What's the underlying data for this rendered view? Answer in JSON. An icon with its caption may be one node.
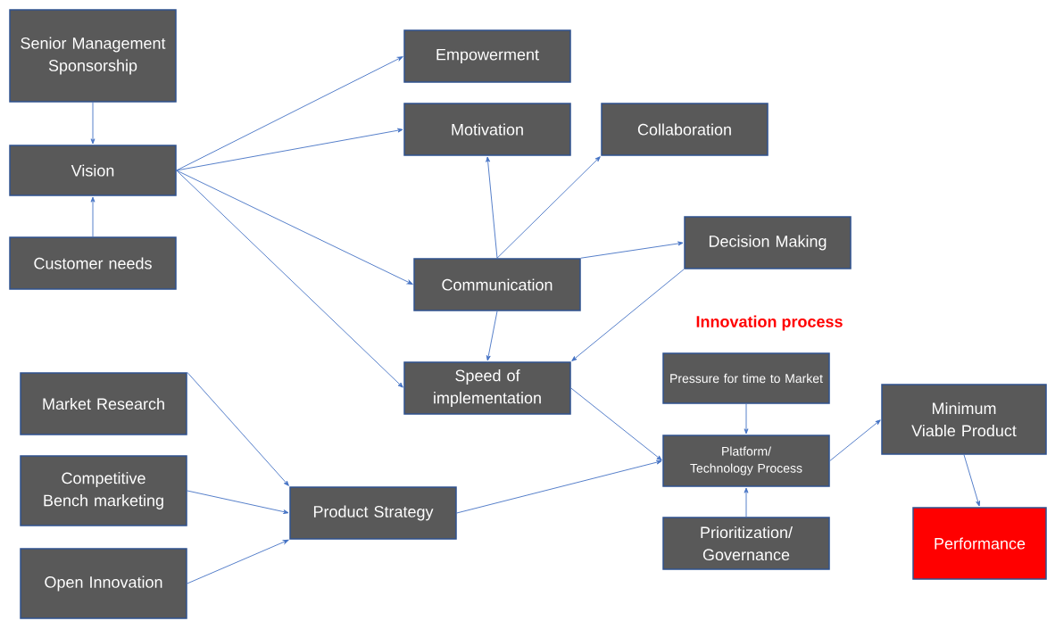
{
  "diagram": {
    "nodes": [
      {
        "text": [
          "Senior Management Sponsorship"
        ]
      },
      {
        "text": [
          "Vision"
        ]
      },
      {
        "text": [
          "Customer needs"
        ]
      },
      {
        "text": [
          "Empowerment"
        ]
      },
      {
        "text": [
          "Motivation"
        ]
      },
      {
        "text": [
          "Collaboration"
        ]
      },
      {
        "text": [
          "Decision Making"
        ]
      },
      {
        "text": [
          "Communication"
        ]
      },
      {
        "text": [
          "Speed of implementation"
        ]
      },
      {
        "text": [
          "Pressure for time to Market"
        ]
      },
      {
        "text": [
          "Platform/ Technology Process"
        ]
      },
      {
        "text": [
          "Minimum Viable Product"
        ]
      },
      {
        "text": [
          "Market Research"
        ]
      },
      {
        "text": [
          "Competitive Bench marketing"
        ]
      },
      {
        "text": [
          "Product Strategy"
        ]
      },
      {
        "text": [
          "Open Innovation"
        ]
      },
      {
        "text": [
          "Prioritization/ Governance"
        ]
      },
      {
        "text": [
          "Performance"
        ]
      }
    ],
    "edges": [
      {
        "from": 0,
        "to": 1,
        "arrow": "to"
      },
      {
        "from": 2,
        "to": 1,
        "arrow": "to"
      },
      {
        "from": 1,
        "to": 3,
        "arrow": "to"
      },
      {
        "from": 1,
        "to": 4,
        "arrow": "to"
      },
      {
        "from": 1,
        "to": 7,
        "arrow": "to"
      },
      {
        "from": 1,
        "to": 8,
        "arrow": "to"
      },
      {
        "from": 7,
        "to": 4,
        "arrow": "to"
      },
      {
        "from": 7,
        "to": 5,
        "arrow": "to"
      },
      {
        "from": 7,
        "to": 6,
        "arrow": "to"
      },
      {
        "from": 7,
        "to": 8,
        "arrow": "to"
      },
      {
        "from": 6,
        "to": 8,
        "arrow": "to"
      },
      {
        "from": 8,
        "to": 10,
        "arrow": "to"
      },
      {
        "from": 12,
        "to": 14,
        "arrow": "to"
      },
      {
        "from": 13,
        "to": 14,
        "arrow": "to"
      },
      {
        "from": 15,
        "to": 14,
        "arrow": "to"
      },
      {
        "from": 14,
        "to": 10,
        "arrow": "to"
      },
      {
        "from": 9,
        "to": 10,
        "arrow": "to"
      },
      {
        "from": 16,
        "to": 10,
        "arrow": "to"
      },
      {
        "from": 10,
        "to": 11,
        "arrow": "to"
      },
      {
        "from": 11,
        "to": 17,
        "arrow": "to"
      }
    ],
    "labels": [
      "Innovation process"
    ]
  }
}
